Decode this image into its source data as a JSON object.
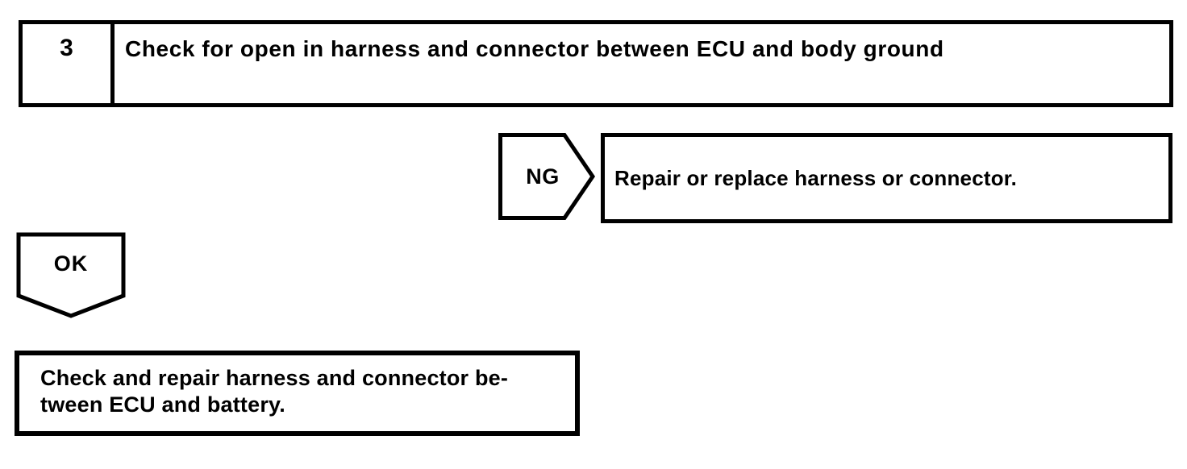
{
  "colors": {
    "ink": "#000000",
    "paper": "#ffffff"
  },
  "step_box": {
    "number": "3",
    "instruction": "Check for open in harness and connector between ECU and body ground"
  },
  "ng_branch": {
    "label": "NG",
    "action": "Repair or replace harness or connector."
  },
  "ok_branch": {
    "label": "OK",
    "action_lines": [
      "Check and repair harness and connector be-",
      "tween ECU and battery."
    ]
  }
}
